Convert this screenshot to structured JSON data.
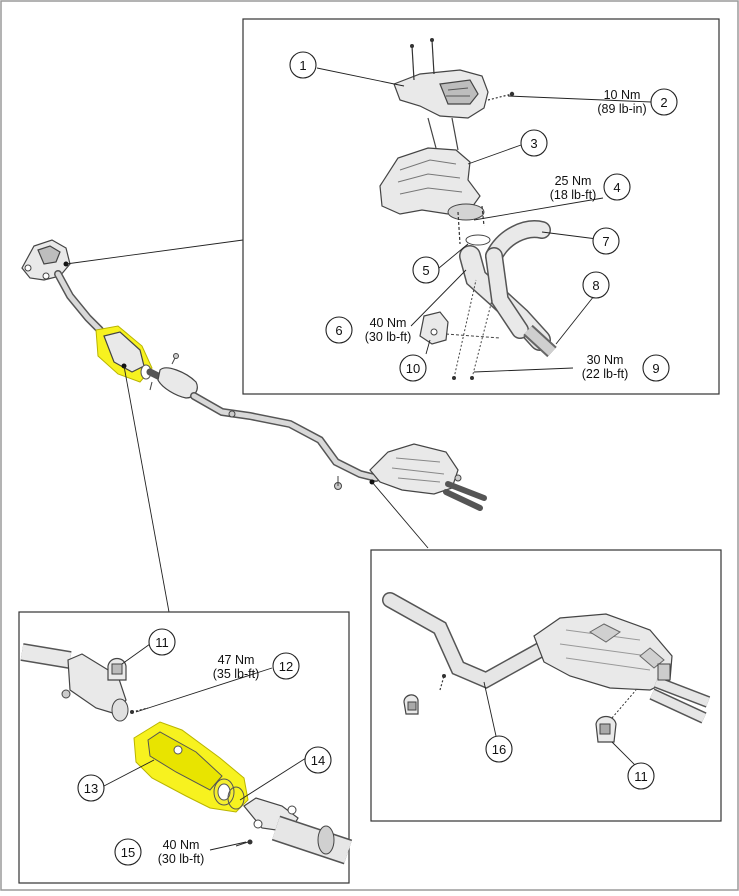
{
  "colors": {
    "highlight": "#f7f21f",
    "outline": "#333333",
    "part_fill": "#e9e9e9"
  },
  "callouts": {
    "c1": "1",
    "c2": "2",
    "c3": "3",
    "c4": "4",
    "c5": "5",
    "c6": "6",
    "c7": "7",
    "c8": "8",
    "c9": "9",
    "c10": "10",
    "c11a": "11",
    "c11b": "11",
    "c12": "12",
    "c13": "13",
    "c14": "14",
    "c15": "15",
    "c16": "16"
  },
  "torque": {
    "t2": {
      "nm": "10 Nm",
      "alt": "(89 lb-in)"
    },
    "t4": {
      "nm": "25 Nm",
      "alt": "(18 lb-ft)"
    },
    "t6": {
      "nm": "40 Nm",
      "alt": "(30 lb-ft)"
    },
    "t9": {
      "nm": "30 Nm",
      "alt": "(22 lb-ft)"
    },
    "t12": {
      "nm": "47 Nm",
      "alt": "(35 lb-ft)"
    },
    "t15": {
      "nm": "40 Nm",
      "alt": "(30 lb-ft)"
    }
  }
}
